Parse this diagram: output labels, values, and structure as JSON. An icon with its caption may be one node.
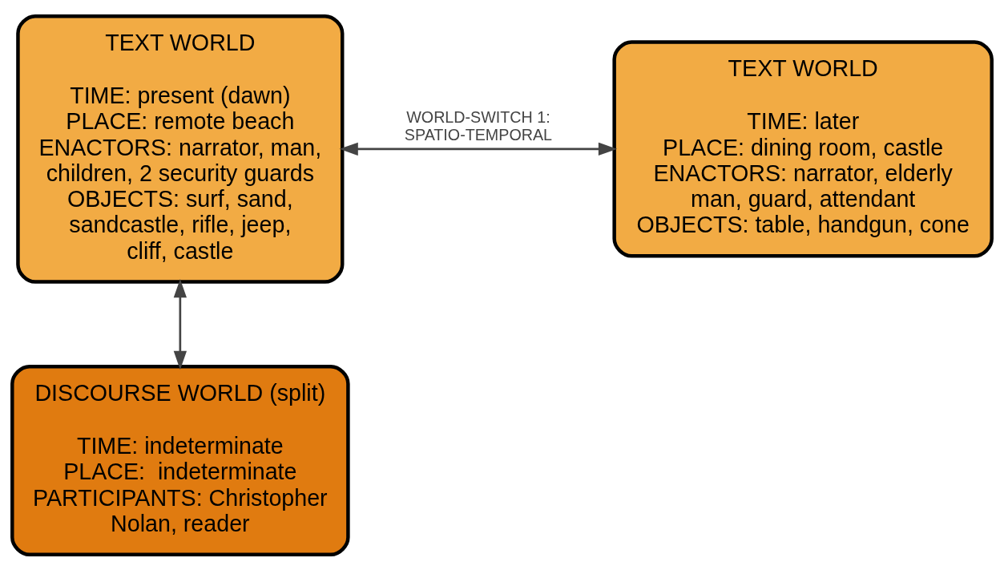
{
  "diagram": {
    "nodes": [
      {
        "text": [
          "TEXT WORLD",
          "TIME: present (dawn)",
          "PLACE: remote beach",
          "ENACTORS: narrator, man, children, 2 security guards",
          "OBJECTS: surf, sand, sandcastle, rifle, jeep, cliff, castle"
        ]
      },
      {
        "text": [
          "TEXT WORLD",
          "TIME: later",
          "PLACE: dining room, castle",
          "ENACTORS: narrator, elderly man, guard, attendant",
          "OBJECTS: table, handgun, cone"
        ]
      },
      {
        "text": [
          "DISCOURSE WORLD (split)",
          "TIME: indeterminate",
          "PLACE:  indeterminate",
          "PARTICIPANTS: Christopher Nolan, reader"
        ]
      }
    ],
    "edges": [
      {
        "from": 0,
        "to": 1,
        "arrow": "both",
        "label": "WORLD-SWITCH 1: SPATIO-TEMPORAL"
      },
      {
        "from": 0,
        "to": 2,
        "arrow": "both"
      }
    ]
  }
}
